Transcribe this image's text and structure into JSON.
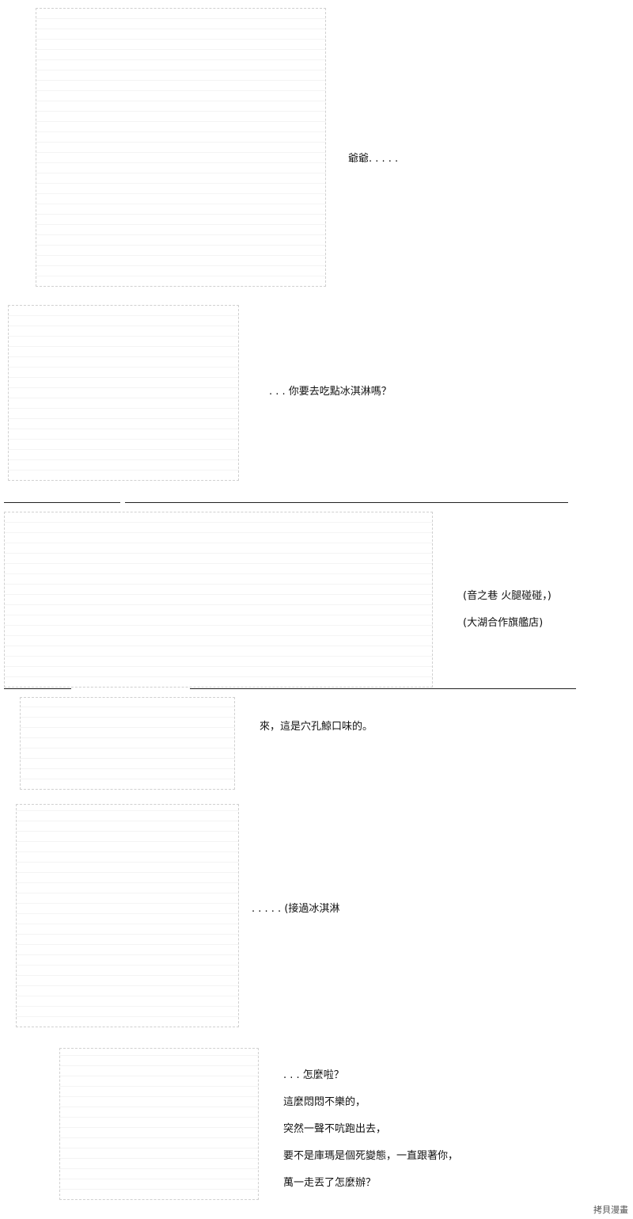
{
  "panels": [
    {
      "lines": [
        "爺爺. . . . ."
      ]
    },
    {
      "lines": [
        ". . . 你要去吃點冰淇淋嗎？"
      ]
    },
    {
      "lines": [
        "(音之巷  火腿碰碰，)",
        "(大湖合作旗艦店)"
      ]
    },
    {
      "lines": [
        "來，這是穴孔鯨口味的。"
      ]
    },
    {
      "lines": [
        ". . . . . (接過冰淇淋"
      ]
    },
    {
      "lines": [
        ". . . 怎麼啦？",
        "這麼悶悶不樂的，",
        "突然一聲不吭跑出去，",
        "要不是庫瑪是個死變態，一直跟著你，",
        "萬一走丟了怎麼辦？"
      ]
    }
  ],
  "watermark": "拷貝漫畫"
}
